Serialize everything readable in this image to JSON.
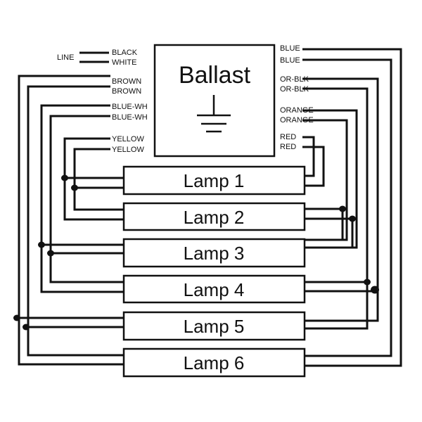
{
  "ballast": {
    "title": "Ballast",
    "icon": "ground-icon"
  },
  "line": {
    "label": "LINE",
    "leads": [
      "BLACK",
      "WHITE"
    ]
  },
  "left_leads": [
    "BROWN",
    "BROWN",
    "BLUE-WH",
    "BLUE-WH",
    "YELLOW",
    "YELLOW"
  ],
  "right_leads": [
    "BLUE",
    "BLUE",
    "OR-BLK",
    "OR-BLK",
    "ORANGE",
    "ORANGE",
    "RED",
    "RED"
  ],
  "lamps": [
    "Lamp 1",
    "Lamp 2",
    "Lamp 3",
    "Lamp 4",
    "Lamp 5",
    "Lamp 6"
  ]
}
